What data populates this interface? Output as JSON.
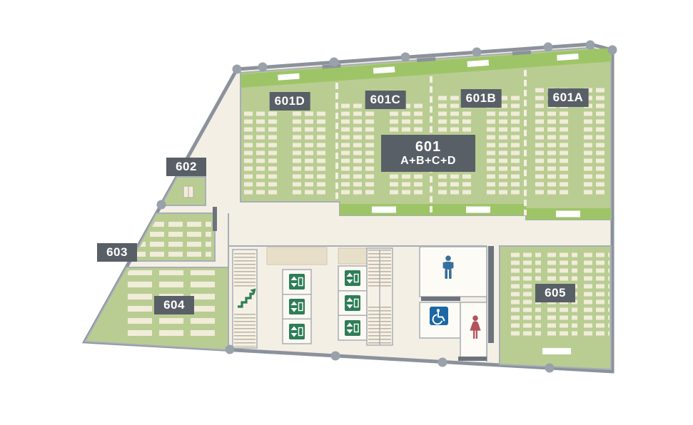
{
  "map": {
    "rooms": {
      "r601d": "601D",
      "r601c": "601C",
      "r601b": "601B",
      "r601a": "601A",
      "r601_main": "601",
      "r601_sub": "A+B+C+D",
      "r602": "602",
      "r603": "603",
      "r604": "604",
      "r605": "605"
    },
    "icons": {
      "elevator": "elevator-icon",
      "stairs": "stairs-icon",
      "mens_restroom": "mens-restroom-icon",
      "womens_restroom": "womens-restroom-icon",
      "accessible_restroom": "accessible-restroom-icon",
      "pillar": "pillar-column"
    },
    "colors": {
      "room_green": "#b9cd93",
      "stage_green": "#9ec468",
      "seat_cream": "#f2ecda",
      "floor_beige": "#f4efe4",
      "outline_gray": "#8b929c",
      "label_gray": "#595f66",
      "elevator_green": "#2e7d57",
      "mens_blue": "#386e9c",
      "accessible_blue": "#1c67a5",
      "womens_red": "#b3525a"
    }
  }
}
